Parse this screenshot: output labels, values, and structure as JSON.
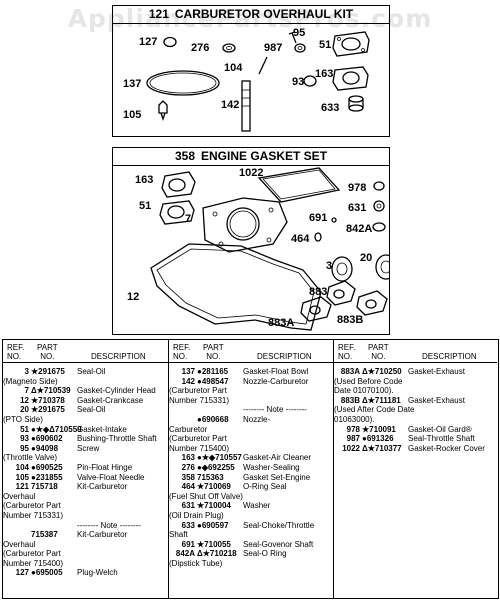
{
  "watermark": "AppliancePartsPros.com",
  "kits": [
    {
      "number": "121",
      "title": "CARBURETOR OVERHAUL KIT",
      "labels": [
        "127",
        "276",
        "104",
        "95",
        "987",
        "51",
        "137",
        "93",
        "163",
        "142",
        "105",
        "633"
      ]
    },
    {
      "number": "358",
      "title": "ENGINE GASKET SET",
      "labels": [
        "163",
        "1022",
        "978",
        "51",
        "631",
        "7",
        "691",
        "842A",
        "464",
        "3",
        "20",
        "12",
        "883",
        "883A",
        "883B"
      ]
    }
  ],
  "table": {
    "headers": {
      "ref": "REF.\nNO.",
      "part": "PART\nNO.",
      "description": "DESCRIPTION"
    },
    "columns": [
      [
        {
          "ref": "3",
          "part": "★291675",
          "desc": "Seal-Oil\n(Magneto Side)"
        },
        {
          "ref": "7",
          "part": "Δ★710539",
          "desc": "Gasket-Cylinder Head"
        },
        {
          "ref": "12",
          "part": "★710378",
          "desc": "Gasket-Crankcase"
        },
        {
          "ref": "20",
          "part": "★291675",
          "desc": "Seal-Oil\n(PTO Side)"
        },
        {
          "ref": "51",
          "part": "●★◆Δ710559",
          "desc": "Gasket-Intake"
        },
        {
          "ref": "93",
          "part": "●690602",
          "desc": "Bushing-Throttle Shaft"
        },
        {
          "ref": "95",
          "part": "●94098",
          "desc": "Screw\n(Throttle Valve)"
        },
        {
          "ref": "104",
          "part": "●690525",
          "desc": "Pin-Float Hinge"
        },
        {
          "ref": "105",
          "part": "●231855",
          "desc": "Valve-Float Needle"
        },
        {
          "ref": "121",
          "part": "715718",
          "desc": "Kit-Carburetor\nOverhaul\n(Carburetor Part\nNumber 715331)"
        },
        {
          "ref": "",
          "part": "",
          "desc": "-------- Note --------"
        },
        {
          "ref": "",
          "part": "715387",
          "desc": "Kit-Carburetor\nOverhaul\n(Carburetor Part\nNumber 715400)"
        },
        {
          "ref": "127",
          "part": "●695005",
          "desc": "Plug-Welch"
        }
      ],
      [
        {
          "ref": "137",
          "part": "●281165",
          "desc": "Gasket-Float Bowl"
        },
        {
          "ref": "142",
          "part": "●498547",
          "desc": "Nozzle-Carburetor\n(Carburetor Part\nNumber 715331)"
        },
        {
          "ref": "",
          "part": "",
          "desc": "-------- Note --------"
        },
        {
          "ref": "",
          "part": "●690668",
          "desc": "Nozzle-\nCarburetor\n(Carburetor Part\nNumber 715400)"
        },
        {
          "ref": "163",
          "part": "●★◆710557",
          "desc": "Gasket-Air Cleaner"
        },
        {
          "ref": "276",
          "part": "●◆692255",
          "desc": "Washer-Sealing"
        },
        {
          "ref": "358",
          "part": "715363",
          "desc": "Gasket Set-Engine"
        },
        {
          "ref": "464",
          "part": "★710069",
          "desc": "O-Ring Seal\n(Fuel Shut Off Valve)"
        },
        {
          "ref": "631",
          "part": "★710004",
          "desc": "Washer\n(Oil Drain Plug)"
        },
        {
          "ref": "633",
          "part": "●690597",
          "desc": "Seal-Choke/Throttle\nShaft"
        },
        {
          "ref": "691",
          "part": "★710055",
          "desc": "Seal-Govenor Shaft"
        },
        {
          "ref": "842A",
          "part": "Δ★710218",
          "desc": "Seal-O Ring\n(Dipstick Tube)"
        }
      ],
      [
        {
          "ref": "883A",
          "part": "Δ★710250",
          "desc": "Gasket-Exhaust\n(Used Before Code\nDate 01070100)."
        },
        {
          "ref": "883B",
          "part": "Δ★711181",
          "desc": "Gasket-Exhaust\n(Used After Code Date\n01063000)."
        },
        {
          "ref": "978",
          "part": "★710091",
          "desc": "Gasket-Oil Gard®"
        },
        {
          "ref": "987",
          "part": "●691326",
          "desc": "Seal-Throttle Shaft"
        },
        {
          "ref": "1022",
          "part": "Δ★710377",
          "desc": "Gasket-Rocker Cover"
        }
      ]
    ]
  }
}
